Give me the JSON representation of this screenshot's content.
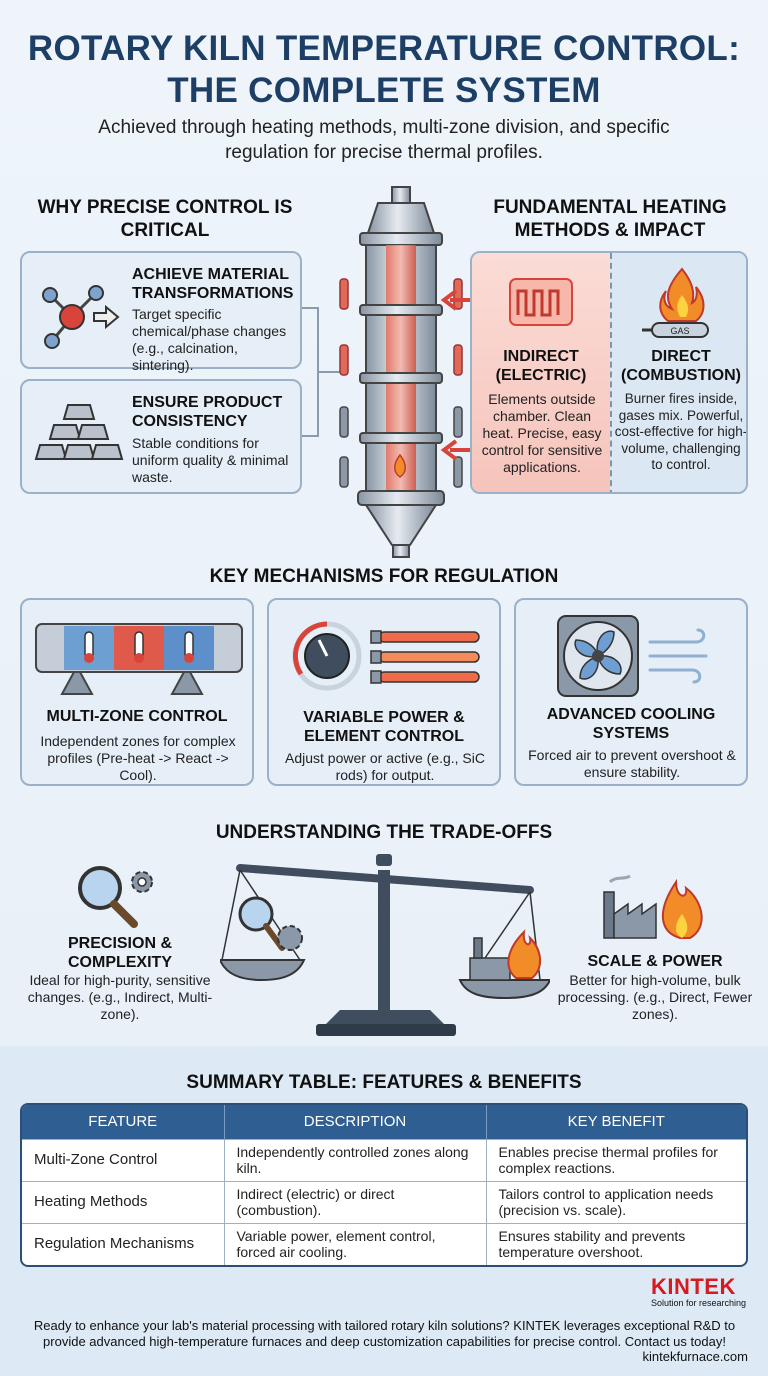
{
  "header": {
    "title_line1": "ROTARY KILN TEMPERATURE CONTROL:",
    "title_line2": "THE COMPLETE SYSTEM",
    "subtitle": "Achieved through heating methods, multi-zone division, and specific regulation for precise thermal profiles."
  },
  "why": {
    "heading": "WHY PRECISE CONTROL IS CRITICAL",
    "cards": [
      {
        "title": "ACHIEVE MATERIAL TRANSFORMATIONS",
        "text": "Target specific chemical/phase changes (e.g., calcination, sintering)."
      },
      {
        "title": "ENSURE PRODUCT CONSISTENCY",
        "text": "Stable conditions for uniform quality & minimal waste."
      }
    ]
  },
  "heating": {
    "heading": "FUNDAMENTAL HEATING METHODS & IMPACT",
    "indirect": {
      "title": "INDIRECT (ELECTRIC)",
      "text": "Elements outside chamber. Clean heat. Precise, easy control for sensitive applications."
    },
    "direct": {
      "title": "DIRECT (COMBUSTION)",
      "text": "Burner fires inside, gases mix. Powerful, cost-effective for high-volume, challenging to control.",
      "gas_label": "GAS"
    }
  },
  "mechanisms": {
    "heading": "KEY MECHANISMS FOR REGULATION",
    "cards": [
      {
        "title": "MULTI-ZONE CONTROL",
        "text": "Independent zones for complex profiles (Pre-heat -> React -> Cool)."
      },
      {
        "title": "VARIABLE POWER & ELEMENT CONTROL",
        "text": "Adjust power or active (e.g., SiC rods) for output."
      },
      {
        "title": "ADVANCED COOLING SYSTEMS",
        "text": "Forced air to prevent overshoot & ensure stability."
      }
    ]
  },
  "tradeoffs": {
    "heading": "UNDERSTANDING THE TRADE-OFFS",
    "left": {
      "title": "PRECISION & COMPLEXITY",
      "text": "Ideal for high-purity, sensitive changes. (e.g., Indirect, Multi-zone)."
    },
    "right": {
      "title": "SCALE & POWER",
      "text": "Better for high-volume, bulk processing. (e.g., Direct, Fewer zones)."
    }
  },
  "summary": {
    "heading": "SUMMARY TABLE: FEATURES & BENEFITS",
    "columns": [
      "FEATURE",
      "DESCRIPTION",
      "KEY BENEFIT"
    ],
    "rows": [
      [
        "Multi-Zone Control",
        "Independently controlled zones along kiln.",
        "Enables precise thermal profiles for complex reactions."
      ],
      [
        "Heating Methods",
        "Indirect (electric) or direct (combustion).",
        "Tailors control to application needs (precision vs. scale)."
      ],
      [
        "Regulation Mechanisms",
        "Variable power, element control, forced air cooling.",
        "Ensures stability and prevents temperature overshoot."
      ]
    ]
  },
  "brand": {
    "name": "KINTEK",
    "tagline": "Solution for researching",
    "color": "#d71920"
  },
  "footer": {
    "text": "Ready to enhance your lab's material processing with tailored rotary kiln solutions? KINTEK leverages exceptional R&D to provide advanced high-temperature furnaces and deep customization capabilities for precise control. Contact us today!",
    "url": "kintekfurnace.com"
  },
  "colors": {
    "primary": "#1d3f66",
    "accent_red": "#e0473a",
    "table_header": "#2f5f92"
  }
}
